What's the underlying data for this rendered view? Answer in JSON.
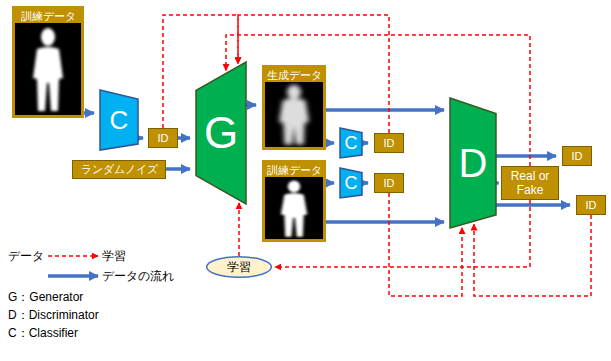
{
  "diagram": {
    "nodes": [
      {
        "text": [
          "訓練データ"
        ]
      },
      {
        "text": [
          "C"
        ]
      },
      {
        "text": [
          "ID"
        ]
      },
      {
        "text": [
          "ランダムノイズ"
        ]
      },
      {
        "text": [
          "G"
        ]
      },
      {
        "text": [
          "生成データ"
        ]
      },
      {
        "text": [
          "C"
        ]
      },
      {
        "text": [
          "ID"
        ]
      },
      {
        "text": [
          "訓練データ"
        ]
      },
      {
        "text": [
          "C"
        ]
      },
      {
        "text": [
          "ID"
        ]
      },
      {
        "text": [
          "D"
        ]
      },
      {
        "text": [
          "ID"
        ]
      },
      {
        "text": [
          "Real or Fake"
        ]
      },
      {
        "text": [
          "ID"
        ]
      },
      {
        "text": [
          "学習"
        ]
      }
    ],
    "edges": [
      {
        "from": 0,
        "to": 1,
        "arrow": "to"
      },
      {
        "from": 1,
        "to": 2,
        "arrow": "to"
      },
      {
        "from": 2,
        "to": 4,
        "arrow": "to"
      },
      {
        "from": 3,
        "to": 4,
        "arrow": "to"
      },
      {
        "from": 4,
        "to": 5,
        "arrow": "to"
      },
      {
        "from": 5,
        "to": 6,
        "arrow": "to"
      },
      {
        "from": 6,
        "to": 7,
        "arrow": "to"
      },
      {
        "from": 5,
        "to": 11,
        "arrow": "to"
      },
      {
        "from": 8,
        "to": 9,
        "arrow": "to"
      },
      {
        "from": 9,
        "to": 10,
        "arrow": "to"
      },
      {
        "from": 8,
        "to": 11,
        "arrow": "to"
      },
      {
        "from": 11,
        "to": 12,
        "arrow": "to"
      },
      {
        "from": 11,
        "to": 13,
        "arrow": "to"
      },
      {
        "from": 11,
        "to": 14,
        "arrow": "to"
      },
      {
        "from": 2,
        "to": 4,
        "arrow": "to"
      },
      {
        "from": 7,
        "to": 4,
        "arrow": "to"
      },
      {
        "from": 13,
        "to": 4,
        "arrow": "to"
      },
      {
        "from": 13,
        "to": 15,
        "arrow": "to"
      },
      {
        "from": 15,
        "to": 4,
        "arrow": "to"
      },
      {
        "from": 10,
        "to": 11,
        "arrow": "to"
      },
      {
        "from": 14,
        "to": 11,
        "arrow": "to"
      }
    ],
    "labels": [
      "学習",
      "G：Generator",
      "D：Discriminator",
      "C：Classifier"
    ],
    "legend": [
      {
        "text": "データ"
      },
      {
        "text": "データの流れ"
      }
    ]
  }
}
